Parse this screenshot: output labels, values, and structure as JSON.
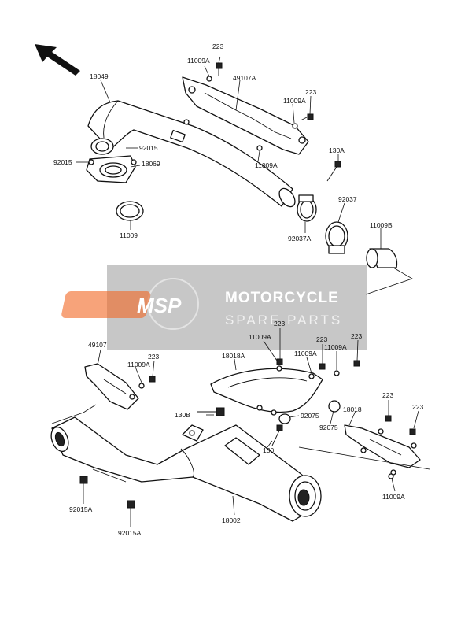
{
  "watermark": {
    "logo": "MSP",
    "title": "MOTORCYCLE",
    "subtitle": "SPARE PARTS"
  },
  "labels": {
    "p18049": "18049",
    "p223_a": "223",
    "p11009A_a": "11009A",
    "p49107A": "49107A",
    "p223_b": "223",
    "p11009A_b": "11009A",
    "p92015_a": "92015",
    "p92015_b": "92015",
    "p18069": "18069",
    "p11009A_c": "11009A",
    "p130A": "130A",
    "p92037": "92037",
    "p11009": "11009",
    "p92037A": "92037A",
    "p11009B": "11009B",
    "p49107": "49107",
    "p223_c": "223",
    "p11009A_d": "11009A",
    "p223_d": "223",
    "p11009A_e": "11009A",
    "p18018A": "18018A",
    "p11009A_f": "11009A",
    "p223_e": "223",
    "p11009A_g": "11009A",
    "p223_f": "223",
    "p130B": "130B",
    "p92075_a": "92075",
    "p92075_b": "92075",
    "p18018": "18018",
    "p223_g": "223",
    "p223_h": "223",
    "p130": "130",
    "p92015A_a": "92015A",
    "p92015A_b": "92015A",
    "p18002": "18002",
    "p11009A_h": "11009A"
  }
}
